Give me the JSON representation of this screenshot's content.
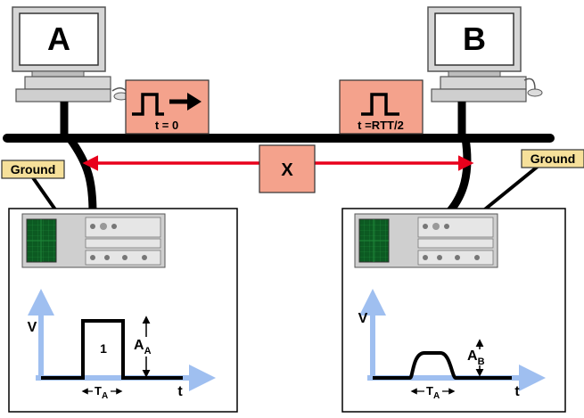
{
  "computers": {
    "a": {
      "label": "A"
    },
    "b": {
      "label": "B"
    }
  },
  "pulses": {
    "start": {
      "label": "t = 0"
    },
    "mid": {
      "label": "t =RTT/2"
    }
  },
  "distance": {
    "label": "X"
  },
  "grounds": {
    "left": {
      "label": "Ground"
    },
    "right": {
      "label": "Ground"
    }
  },
  "plots": {
    "left": {
      "y_axis": "V",
      "x_axis": "t",
      "pulse_value": "1",
      "amplitude_label": "A",
      "amplitude_sub": "A",
      "width_label": "T",
      "width_sub": "A"
    },
    "right": {
      "y_axis": "V",
      "x_axis": "t",
      "amplitude_label": "A",
      "amplitude_sub": "B",
      "width_label": "T",
      "width_sub": "A"
    }
  },
  "colors": {
    "cable": "#000000",
    "salmon": "#f4a28c",
    "ground_fill": "#f6e09a",
    "arrow_red": "#e8001c",
    "axis_blue": "#9fbff0",
    "monitor_gray": "#cfcfcf",
    "screen_green": "#0f6a2a"
  }
}
